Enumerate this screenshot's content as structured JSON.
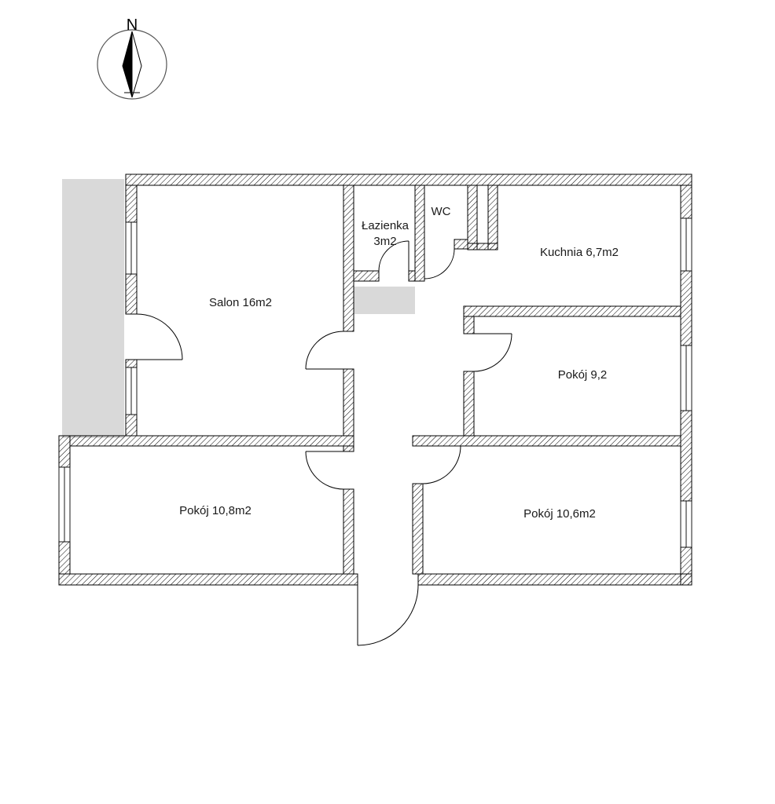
{
  "compass": {
    "label": "N"
  },
  "rooms": {
    "salon": {
      "label": "Salon 16m2"
    },
    "lazienka": {
      "name": "Łazienka",
      "area": "3m2"
    },
    "wc": {
      "label": "WC"
    },
    "kuchnia": {
      "label": "Kuchnia 6,7m2"
    },
    "pokoj_9_2": {
      "label": "Pokój 9,2"
    },
    "pokoj_10_8": {
      "label": "Pokój 10,8m2"
    },
    "pokoj_10_6": {
      "label": "Pokój 10,6m2"
    }
  },
  "colors": {
    "background": "#ffffff",
    "wall-line": "#000000",
    "balcony-fill": "#d9d9d9",
    "duct-fill": "#d9d9d9",
    "compass-ring": "#555555",
    "label-text": "#1a1a1a"
  }
}
